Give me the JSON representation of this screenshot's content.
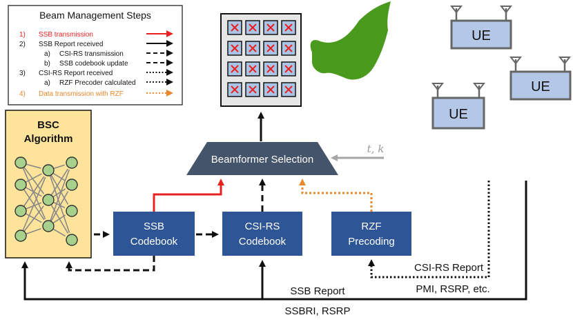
{
  "legend": {
    "title": "Beam Management Steps",
    "items": [
      {
        "num": "1)",
        "text": "SSB transmission",
        "color": "#e8201f",
        "style": "solid-red"
      },
      {
        "num": "2)",
        "text": "SSB Report received",
        "color": "#111111",
        "style": "solid-black"
      },
      {
        "num": "a)",
        "text": "CSI-RS transmission",
        "color": "#111111",
        "style": "dashed"
      },
      {
        "num": "b)",
        "text": "SSB codebook update",
        "color": "#111111",
        "style": "dashed"
      },
      {
        "num": "3)",
        "text": "CSI-RS Report received",
        "color": "#111111",
        "style": "dotted"
      },
      {
        "num": "a)",
        "text": "RZF Precoder calculated",
        "color": "#111111",
        "style": "dotted"
      },
      {
        "num": "4)",
        "text": "Data transmission with RZF",
        "color": "#e8872d",
        "style": "dotted-orange"
      }
    ]
  },
  "bsc": {
    "title_line1": "BSC",
    "title_line2": "Algorithm"
  },
  "blocks": {
    "ssb": {
      "line1": "SSB",
      "line2": "Codebook"
    },
    "csirs": {
      "line1": "CSI-RS",
      "line2": "Codebook"
    },
    "rzf": {
      "line1": "RZF",
      "line2": "Precoding"
    }
  },
  "beamformer": {
    "label": "Beamformer Selection",
    "input_label": "t, k"
  },
  "ue": {
    "labels": [
      "UE",
      "UE",
      "UE"
    ]
  },
  "reports": {
    "csirs_report": "CSI-RS Report",
    "csirs_params": "PMI, RSRP, etc.",
    "ssb_report": "SSB Report",
    "ssb_params": "SSBRI, RSRP"
  },
  "colors": {
    "block_fill": "#2e5596",
    "bsc_fill": "#fde49a",
    "ue_fill": "#b4c7e7",
    "antenna_cell": "#a9c4e4",
    "beam_green": "#4a9a1e",
    "red": "#e8201f",
    "orange": "#e8872d",
    "trap_fill": "#44546a",
    "gray": "#a6a6a6"
  }
}
